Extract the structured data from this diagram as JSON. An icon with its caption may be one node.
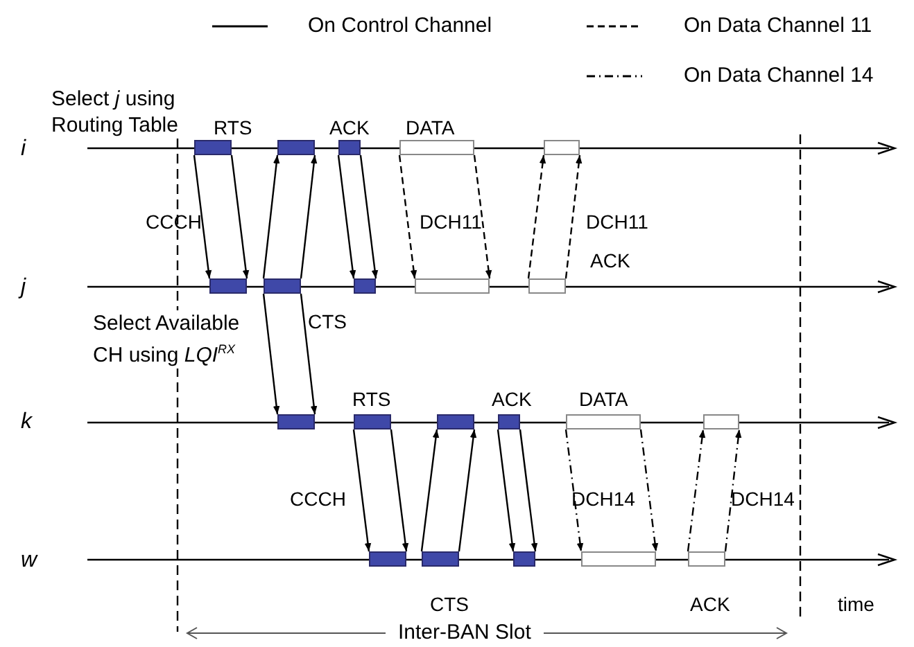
{
  "diagram": {
    "nodes": [
      {
        "text": [],
        "shape": "box"
      },
      {
        "text": [],
        "shape": "box"
      },
      {
        "text": [],
        "shape": "box"
      },
      {
        "text": [],
        "shape": "box"
      },
      {
        "text": [],
        "shape": "box"
      },
      {
        "text": [],
        "shape": "box"
      },
      {
        "text": [],
        "shape": "box"
      },
      {
        "text": [],
        "shape": "box"
      },
      {
        "text": [],
        "shape": "box"
      },
      {
        "text": [],
        "shape": "box"
      },
      {
        "text": [],
        "shape": "box"
      },
      {
        "text": [],
        "shape": "box"
      },
      {
        "text": [],
        "shape": "box"
      },
      {
        "text": [],
        "shape": "box"
      },
      {
        "text": [],
        "shape": "box"
      },
      {
        "text": [],
        "shape": "box"
      },
      {
        "text": [],
        "shape": "box"
      },
      {
        "text": [],
        "shape": "box"
      },
      {
        "text": [],
        "shape": "box"
      },
      {
        "text": [],
        "shape": "box"
      },
      {
        "text": [],
        "shape": "box"
      }
    ],
    "edges": [
      {
        "from": 0,
        "to": 5,
        "arrow": "to"
      },
      {
        "from": 0,
        "to": 5,
        "arrow": "to"
      },
      {
        "from": 6,
        "to": 1,
        "arrow": "to"
      },
      {
        "from": 6,
        "to": 1,
        "arrow": "to"
      },
      {
        "from": 2,
        "to": 7,
        "arrow": "to"
      },
      {
        "from": 2,
        "to": 7,
        "arrow": "to"
      },
      {
        "from": 3,
        "to": 8,
        "arrow": "to",
        "style": "dashed"
      },
      {
        "from": 3,
        "to": 8,
        "arrow": "to",
        "style": "dashed"
      },
      {
        "from": 9,
        "to": 4,
        "arrow": "to",
        "style": "dashed"
      },
      {
        "from": 9,
        "to": 4,
        "arrow": "to",
        "style": "dashed"
      },
      {
        "from": 6,
        "to": 10,
        "arrow": "to"
      },
      {
        "from": 6,
        "to": 10,
        "arrow": "to"
      },
      {
        "from": 11,
        "to": 16,
        "arrow": "to"
      },
      {
        "from": 11,
        "to": 16,
        "arrow": "to"
      },
      {
        "from": 17,
        "to": 12,
        "arrow": "to"
      },
      {
        "from": 17,
        "to": 12,
        "arrow": "to"
      },
      {
        "from": 13,
        "to": 18,
        "arrow": "to"
      },
      {
        "from": 13,
        "to": 18,
        "arrow": "to"
      },
      {
        "from": 14,
        "to": 19,
        "arrow": "to",
        "style": "dashed"
      },
      {
        "from": 14,
        "to": 19,
        "arrow": "to",
        "style": "dashed"
      },
      {
        "from": 20,
        "to": 15,
        "arrow": "to",
        "style": "dashed"
      },
      {
        "from": 20,
        "to": 15,
        "arrow": "to",
        "style": "dashed"
      }
    ],
    "labels": [
      "Select *j* using Routing Table",
      "RTS",
      "ACK",
      "DATA",
      "i",
      "CCCH",
      "DCH11",
      "DCH11",
      "ACK",
      "j",
      "Select Available CH using *LQI*$^{RX}$",
      "CTS",
      "RTS",
      "ACK",
      "DATA",
      "k",
      "CCCH",
      "DCH14",
      "DCH14",
      "w",
      "CTS",
      "ACK",
      "time",
      "Inter-BAN Slot"
    ],
    "legend": [
      {
        "text": "On Control Channel"
      },
      {
        "text": "On Data Channel 11"
      },
      {
        "text": "On Data Channel 14"
      }
    ]
  }
}
